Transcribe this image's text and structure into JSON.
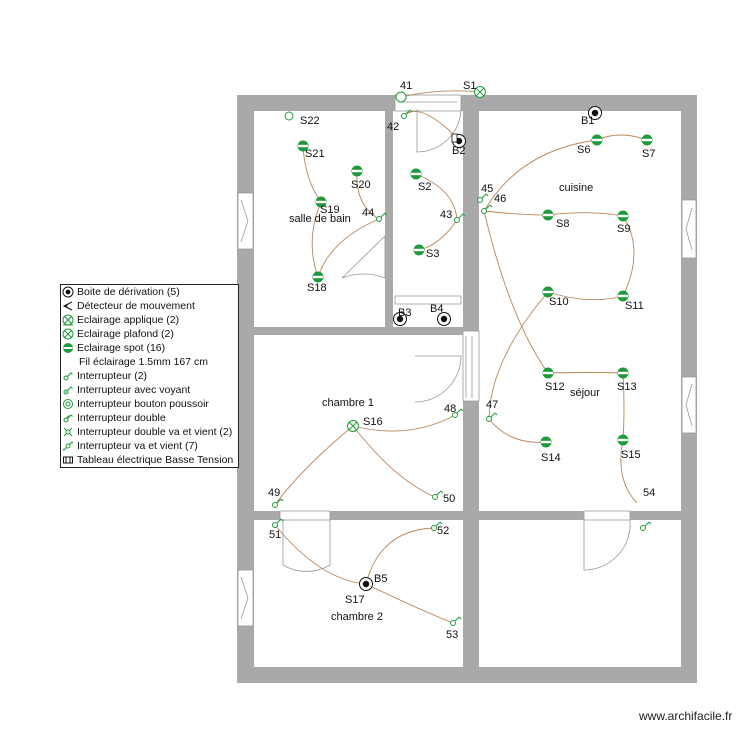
{
  "rooms": {
    "bathroom": "salle de bain",
    "kitchen": "cuisine",
    "living": "séjour",
    "bedroom1": "chambre 1",
    "bedroom2": "chambre 2"
  },
  "labels": {
    "S1": "S1",
    "S2": "S2",
    "S3": "S3",
    "S6": "S6",
    "S7": "S7",
    "S8": "S8",
    "S9": "S9",
    "S10": "S10",
    "S11": "S11",
    "S12": "S12",
    "S13": "S13",
    "S14": "S14",
    "S15": "S15",
    "S16": "S16",
    "S17": "S17",
    "S18": "S18",
    "S19": "S19",
    "S20": "S20",
    "S21": "S21",
    "S22": "S22",
    "B1": "B1",
    "B2": "B2",
    "B3": "B3",
    "B4": "B4",
    "B5": "B5",
    "n41": "41",
    "n42": "42",
    "n43": "43",
    "n44": "44",
    "n45": "45",
    "n46": "46",
    "n47": "47",
    "n48": "48",
    "n49": "49",
    "n50": "50",
    "n51": "51",
    "n52": "52",
    "n53": "53",
    "n54": "54"
  },
  "legend": [
    {
      "icon": "junction-box-icon",
      "label": "Boite de dérivation (5)"
    },
    {
      "icon": "motion-detector-icon",
      "label": "Détecteur de mouvement"
    },
    {
      "icon": "wall-light-icon",
      "label": "Eclairage applique (2)"
    },
    {
      "icon": "ceiling-light-icon",
      "label": "Eclairage plafond (2)"
    },
    {
      "icon": "spotlight-icon",
      "label": "Eclairage spot (16)"
    },
    {
      "icon": "",
      "label": "Fil éclairage 1.5mm 167 cm"
    },
    {
      "icon": "switch-icon",
      "label": "Interrupteur (2)"
    },
    {
      "icon": "switch-indicator-icon",
      "label": "Interrupteur avec voyant"
    },
    {
      "icon": "push-button-icon",
      "label": "Interrupteur bouton poussoir"
    },
    {
      "icon": "double-switch-icon",
      "label": "Interrupteur double"
    },
    {
      "icon": "double-two-way-switch-icon",
      "label": "Interrupteur double va et vient (2)"
    },
    {
      "icon": "two-way-switch-icon",
      "label": "Interrupteur va et vient (7)"
    },
    {
      "icon": "electrical-panel-icon",
      "label": "Tableau électrique Basse Tension"
    }
  ],
  "colors": {
    "wall": "#a9a9a9",
    "wire": "#b8865a",
    "fixture": "#1f9a3a",
    "box": "#111111"
  },
  "footer": "www.archifacile.fr"
}
